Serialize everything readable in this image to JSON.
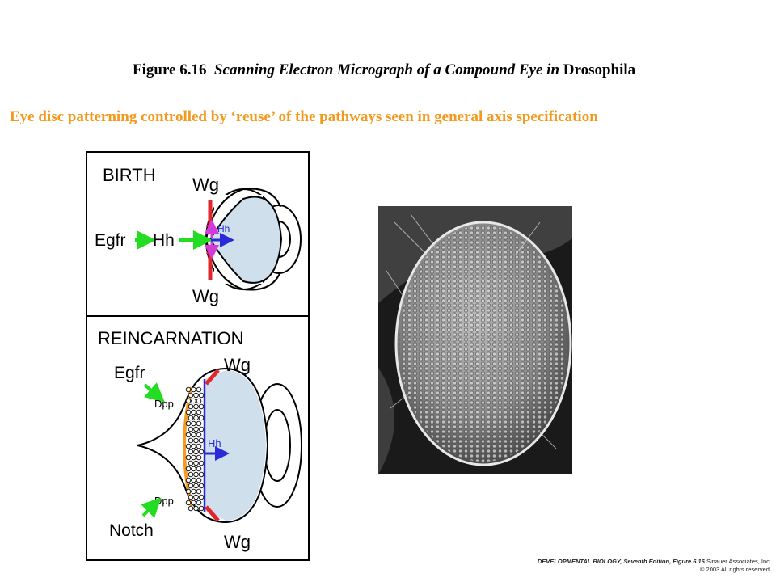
{
  "title": {
    "figure": "Figure 6.16",
    "italic_part": "Scanning Electron Micrograph of a Compound Eye in",
    "organism": "Drosophila"
  },
  "subtitle": "Eye disc patterning controlled by ‘reuse’ of the pathways seen in general axis specification",
  "diagram": {
    "birth": {
      "heading": "BIRTH",
      "wg_top": "Wg",
      "wg_bottom": "Wg",
      "egfr": "Egfr",
      "hh": "Hh",
      "hh_small": "Hh"
    },
    "reincarnation": {
      "heading": "REINCARNATION",
      "wg_top": "Wg",
      "wg_bottom": "Wg",
      "egfr": "Egfr",
      "dpp_top": "Dpp",
      "hh": "Hh",
      "dpp_bottom": "Dpp",
      "notch": "Notch"
    },
    "colors": {
      "egfr_arrow": "#22dd22",
      "hh_arrow": "#2a2ad8",
      "wg_bar": "#e0262a",
      "dpp_arc": "#f59b23",
      "morphogenetic_furrow": "#d23ad9",
      "disc_fill": "#cfe0ec"
    }
  },
  "micrograph": {
    "description_icon": "fly-compound-eye-sem-image"
  },
  "credit": {
    "line1_bold": "DEVELOPMENTAL BIOLOGY, Seventh Edition, Figure 6.16",
    "line1_rest": "Sinauer Associates, Inc.",
    "line2": "© 2003 All rights reserved."
  }
}
